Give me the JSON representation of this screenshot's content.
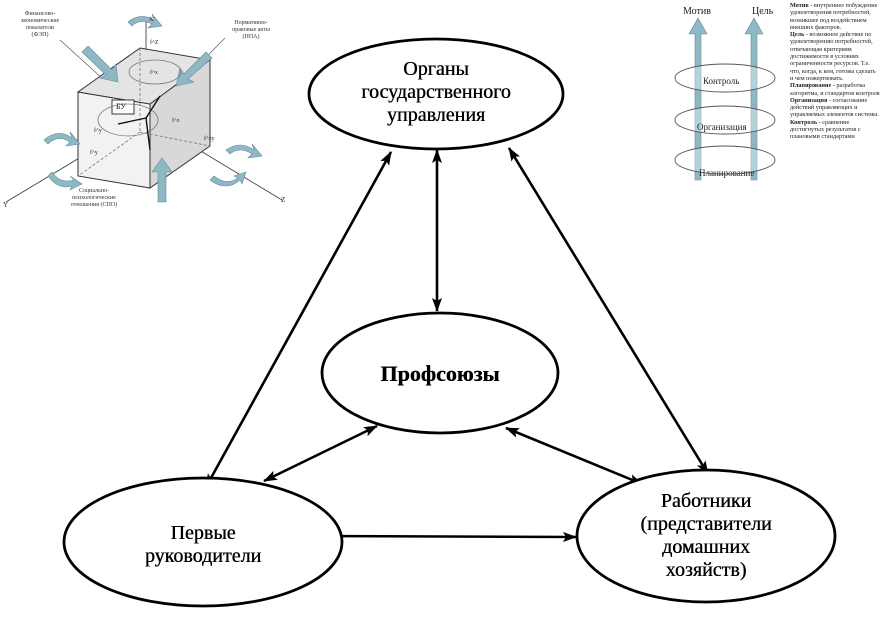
{
  "nodes": {
    "government": [
      "Органы",
      "государственного",
      "управления"
    ],
    "unions": [
      "Профсоюзы"
    ],
    "leaders": [
      "Первые",
      "руководители"
    ],
    "workers": [
      "Работники",
      "(представители",
      "домашних",
      "хозяйств)"
    ]
  },
  "inset_left": {
    "fei": [
      "Финансово-",
      "экономические",
      "показатели",
      "(ФЭП)"
    ],
    "npa": [
      "Нормативно-",
      "правовые акты",
      "(НПА)"
    ],
    "spo": [
      "Социально-",
      "психологические",
      "отношения (СПО)"
    ],
    "bu": "БУ",
    "axis_y": "Y",
    "axis_z": "Z",
    "axis_x": "X",
    "f_top": "f^Z",
    "f_a": "f^х",
    "f_b": "f^у",
    "f_c": "f^z",
    "f_d": "f^y",
    "f_e": "f^zy"
  },
  "inset_right": {
    "motive": "Мотив",
    "goal": "Цель",
    "control": "Контроль",
    "organization": "Организация",
    "planning": "Планирование",
    "text": [
      {
        "term": "Мотив",
        "desc": " - внутреннее побуждение удовлетворения потребностей, возникшее под воздействием внешних факторов."
      },
      {
        "term": "Цель",
        "desc": " - возможное действие по удовлетворению потребностей, отвечающая критериям достижимости в условиях ограниченности ресурсов. Т.е. что, когда, к кем, готовы сделать и чем пожертвовать."
      },
      {
        "term": "Планирование",
        "desc": " - разработка алгоритма, и стандартов контроля"
      },
      {
        "term": "Организация",
        "desc": " - согласование действий управляющих и управляемых элементов системы."
      },
      {
        "term": "Контроль",
        "desc": " - сравнение достигнутых результатов с плановыми стандартами"
      }
    ]
  },
  "colors": {
    "line": "#000000",
    "ellipse_fill": "#ffffff",
    "arrow_teal": "#8fb8c4",
    "arrow_teal_dark": "#5d8f9e"
  }
}
